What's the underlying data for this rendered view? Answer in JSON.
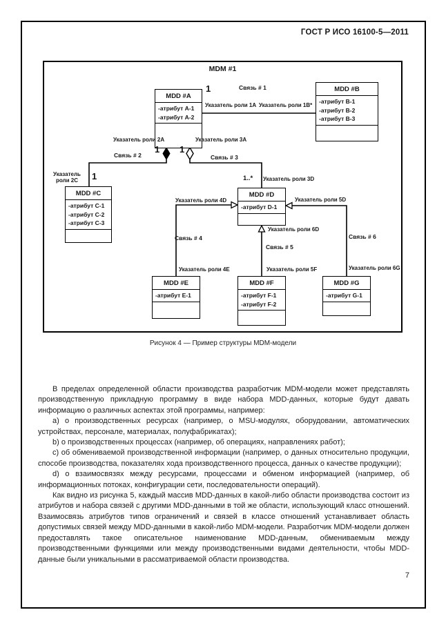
{
  "page": {
    "header": "ГОСТ Р ИСО 16100-5—2011",
    "page_number": "7"
  },
  "figure": {
    "frame_label": "MDM #1",
    "caption": "Рисунок 4 — Пример структуры MDM-модели",
    "boxes": {
      "a": {
        "title": "MDD #A",
        "attrs": [
          "-атрибут A-1",
          "-атрибут A-2"
        ]
      },
      "b": {
        "title": "MDD #B",
        "attrs": [
          "-атрибут B-1",
          "-атрибут B-2",
          "-атрибут B-3"
        ]
      },
      "c": {
        "title": "MDD #C",
        "attrs": [
          "-атрибут C-1",
          "-атрибут C-2",
          "-атрибут C-3"
        ]
      },
      "d": {
        "title": "MDD #D",
        "attrs": [
          "-атрибут D-1"
        ]
      },
      "e": {
        "title": "MDD #E",
        "attrs": [
          "-атрибут E-1"
        ]
      },
      "f": {
        "title": "MDD #F",
        "attrs": [
          "-атрибут F-1",
          "-атрибут F-2"
        ]
      },
      "g": {
        "title": "MDD #G",
        "attrs": [
          "-атрибут G-1"
        ]
      }
    },
    "relationships": {
      "rel1": "Связь # 1",
      "rel2": "Связь # 2",
      "rel3": "Связь # 3",
      "rel4": "Связь # 4",
      "rel5": "Связь # 5",
      "rel6": "Связь # 6"
    },
    "roles": {
      "r1a": "Указатель роли 1A",
      "r1b": "Указатель роли 1B*",
      "r2a": "Указатель роли 2A",
      "r3a": "Указатель роли 3A",
      "r2c": "Указатель роли 2C",
      "r3d": "Указатель роли 3D",
      "r4d": "Указатель роли 4D",
      "r5d": "Указатель роли 5D",
      "r6d": "Указатель роли 6D",
      "r4e": "Указатель роли 4E",
      "r5f": "Указатель роли 5F",
      "r6g": "Указатель роли 6G"
    },
    "multiplicities": {
      "one": "1",
      "one_many": "1..*"
    }
  },
  "body": {
    "paragraphs": [
      "В пределах определенной области производства разработчик MDM-модели может представлять производственную прикладную программу в виде набора MDD-данных, которые будут давать информацию о различных аспектах этой программы, например:",
      "a) о производственных ресурсах (например, о MSU-модулях, оборудовании, автоматических устройствах, персонале, материалах, полуфабрикатах);",
      "b) о производственных процессах (например, об операциях, направлениях работ);",
      "c) об обмениваемой производственной информации (например, о данных относительно продукции, способе производства, показателях хода производственного процесса, данных о качестве продукции);",
      "d) о взаимосвязях между ресурсами, процессами и обменом информацией (например, об информационных потоках, конфигурации сети, последовательности операций).",
      "Как видно из рисунка 5, каждый массив MDD-данных в какой-либо области производства состоит из атрибутов и набора связей с другими MDD-данными в той же области, использующий класс отношений. Взаимосвязь атрибутов типов ограничений и связей в классе отношений устанавливает область допустимых связей между MDD-данными в какой-либо MDM-модели. Разработчик MDM-модели должен предоставлять такое описательное наименование MDD-данным, обмениваемым между производственными функциями или между производственными  видами деятельности, чтобы MDD-данные были уникальными в рассматриваемой области производства."
    ]
  }
}
